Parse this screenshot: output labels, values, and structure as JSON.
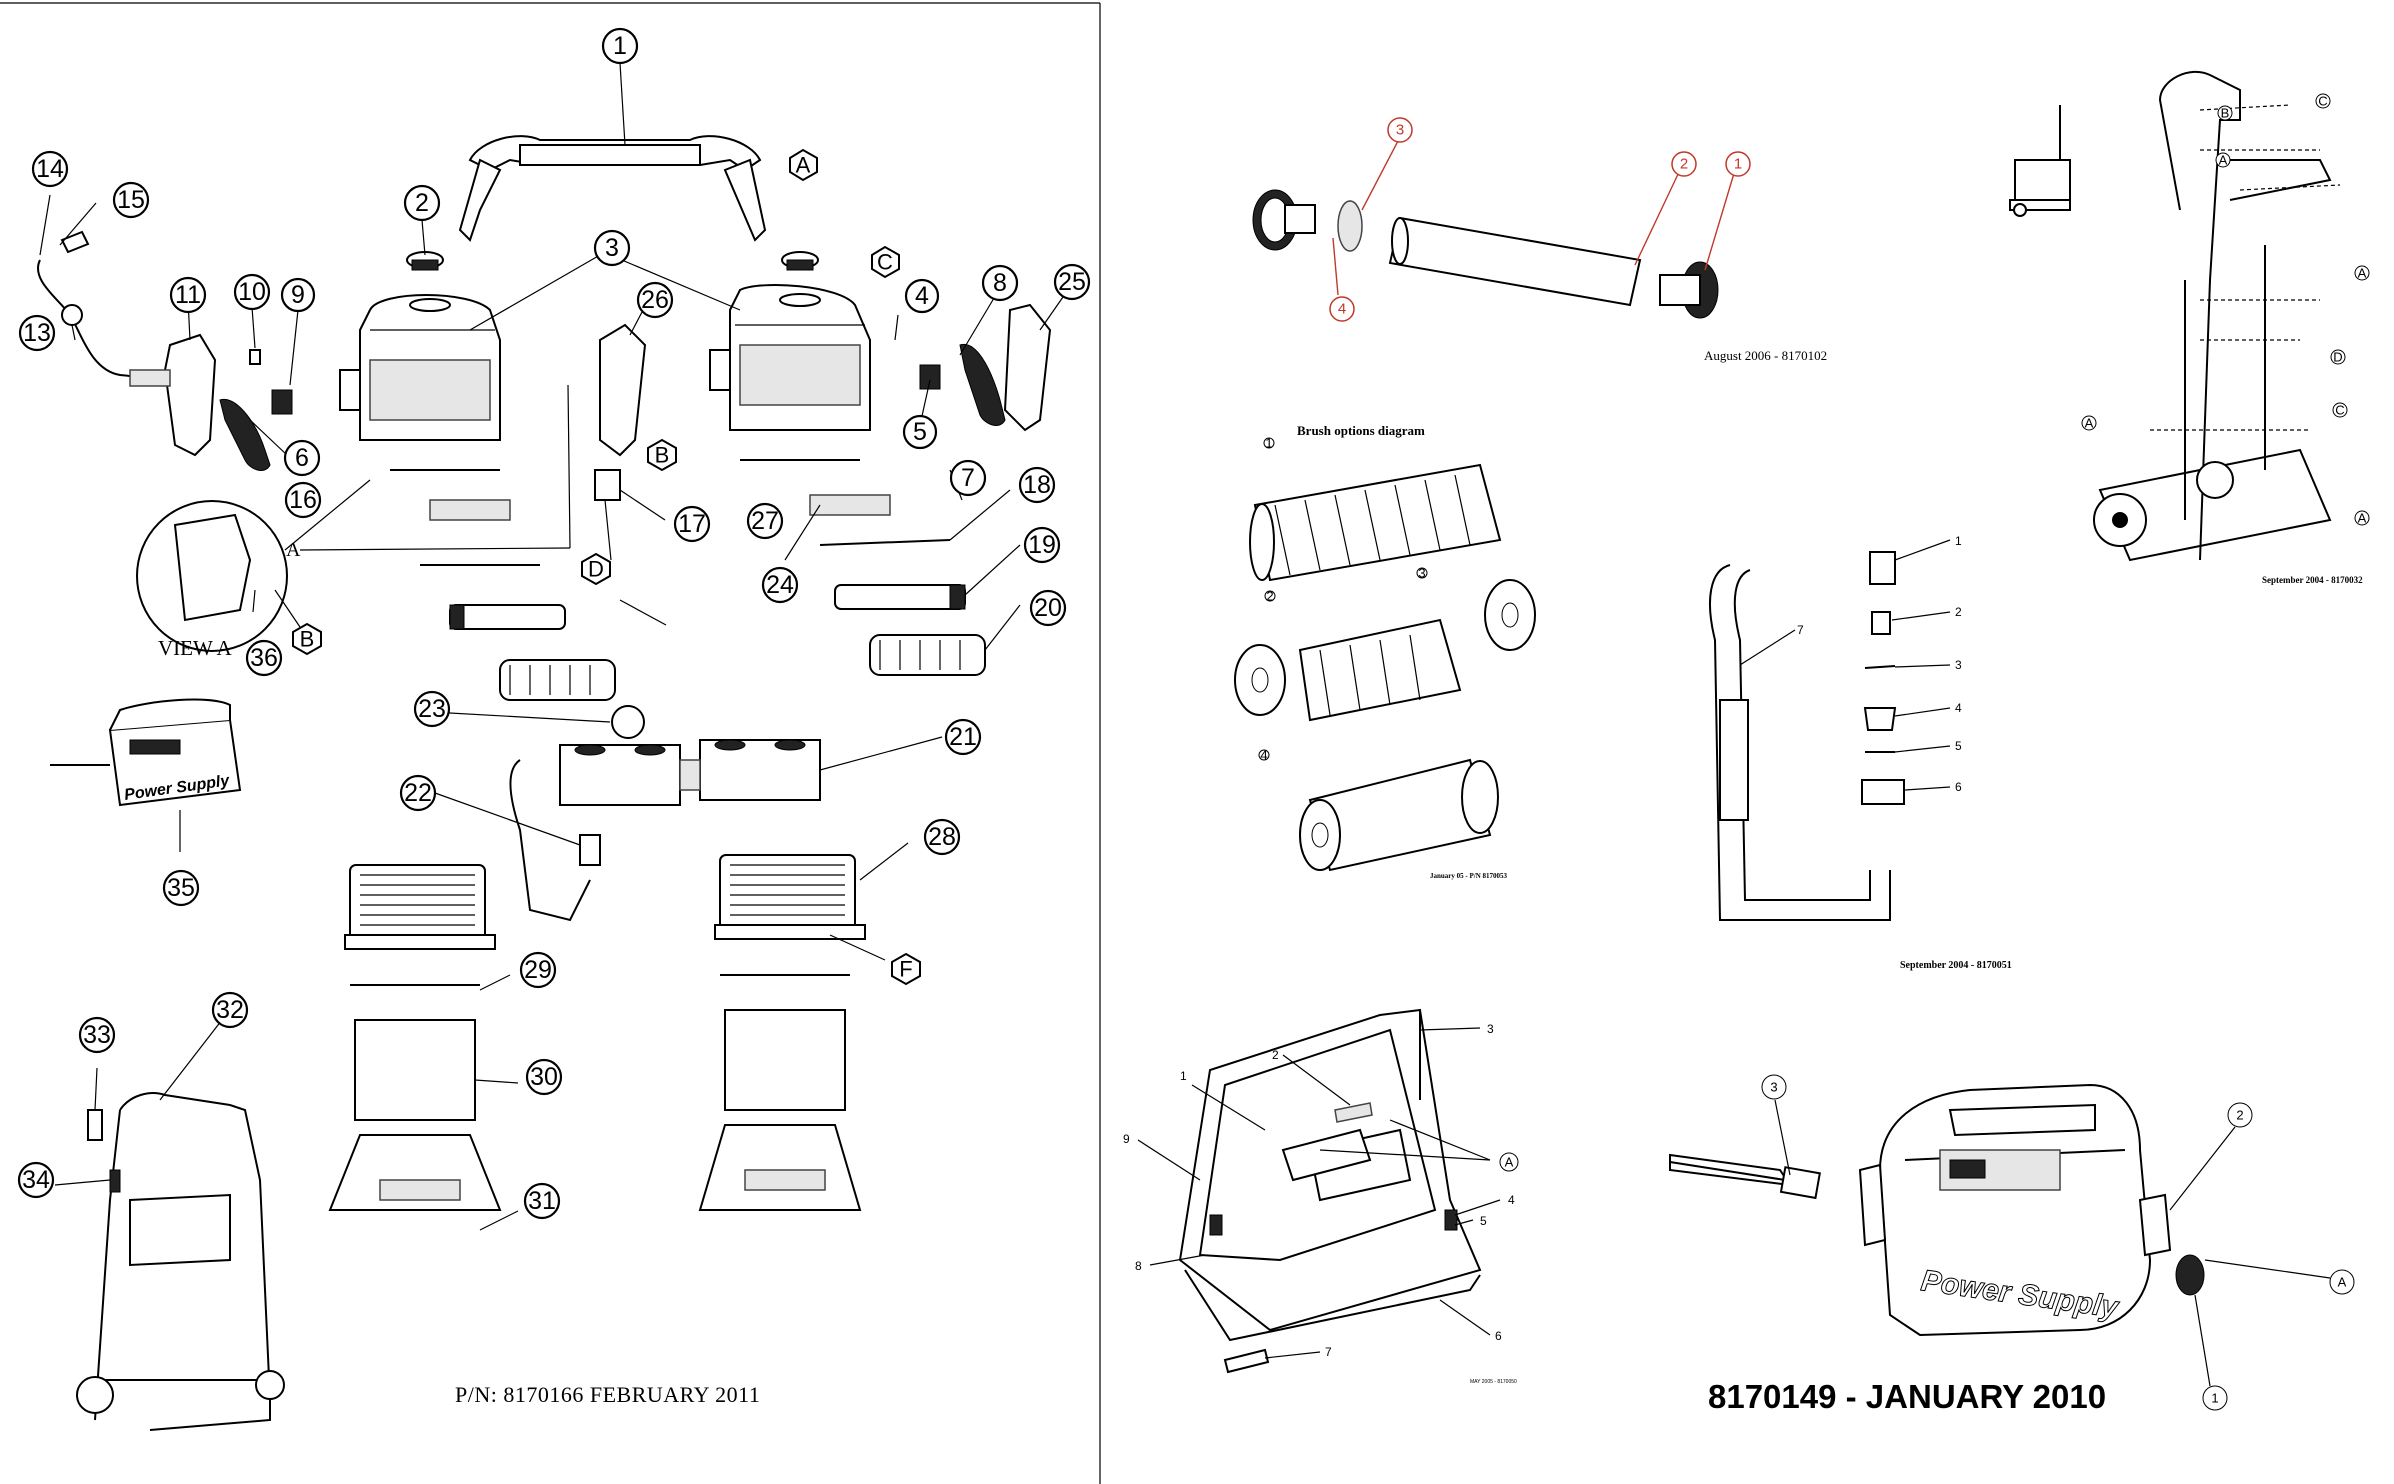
{
  "left_diagram": {
    "callouts": [
      "1",
      "2",
      "3",
      "4",
      "5",
      "6",
      "7",
      "8",
      "9",
      "10",
      "11",
      "13",
      "14",
      "15",
      "16",
      "17",
      "18",
      "19",
      "20",
      "21",
      "22",
      "23",
      "24",
      "25",
      "26",
      "27",
      "28",
      "29",
      "30",
      "31",
      "32",
      "33",
      "34",
      "35",
      "36"
    ],
    "detail_refs": [
      "A",
      "B",
      "C",
      "D",
      "F"
    ],
    "view_label": "VIEW A",
    "power_supply_label": "Power Supply",
    "footer": "P/N:  8170166 FEBRUARY 2011"
  },
  "brush_diagram": {
    "callouts": [
      "1",
      "2",
      "3",
      "4"
    ],
    "caption": "August 2006 - 8170102"
  },
  "brush_options": {
    "title": "Brush options diagram",
    "refs": [
      "1",
      "2",
      "3",
      "4"
    ],
    "caption": "January 05 - P/N 8170053"
  },
  "caddy_diagram": {
    "refs": [
      "A",
      "B",
      "C",
      "D"
    ],
    "caption": "September 2004 - 8170032"
  },
  "hose_diagram": {
    "refs": [
      "1",
      "2",
      "3",
      "4",
      "5",
      "6",
      "7"
    ],
    "caption": "September 2004 - 8170051"
  },
  "lid_diagram": {
    "refs": [
      "1",
      "2",
      "3",
      "4",
      "5",
      "6",
      "7",
      "8",
      "9"
    ],
    "detail_ref": "A",
    "caption": "MAY 2005 - 8170050"
  },
  "power_supply_diagram": {
    "callouts": [
      "1",
      "2",
      "3"
    ],
    "detail_ref": "A",
    "label": "Power Supply",
    "footer": "8170149 - JANUARY 2010"
  },
  "colors": {
    "ink": "#000000",
    "red_callout": "#c0392b",
    "paper": "#ffffff"
  }
}
